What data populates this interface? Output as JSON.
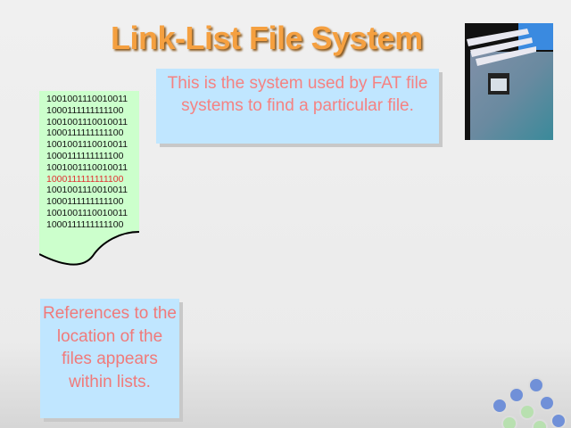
{
  "title": "Link-List File System",
  "description": "This is the system used by FAT file systems to find a particular file.",
  "note": "References to the location of the files appears within lists.",
  "binary_lines": [
    "1001001110010011",
    "1000111111111100",
    "1001001110010011",
    "1000111111111100",
    "1001001110010011",
    "1000111111111100",
    "1001001110010011",
    "1000111111111100",
    "1001001110010011",
    "1000111111111100",
    "1001001110010011",
    "1000111111111100"
  ],
  "highlight_index": 7,
  "colors": {
    "title": "#f5a040",
    "box": "#c0e6ff",
    "box_text": "#f07a7a",
    "highlight": "#e03030",
    "paper": "#ccffcc"
  }
}
